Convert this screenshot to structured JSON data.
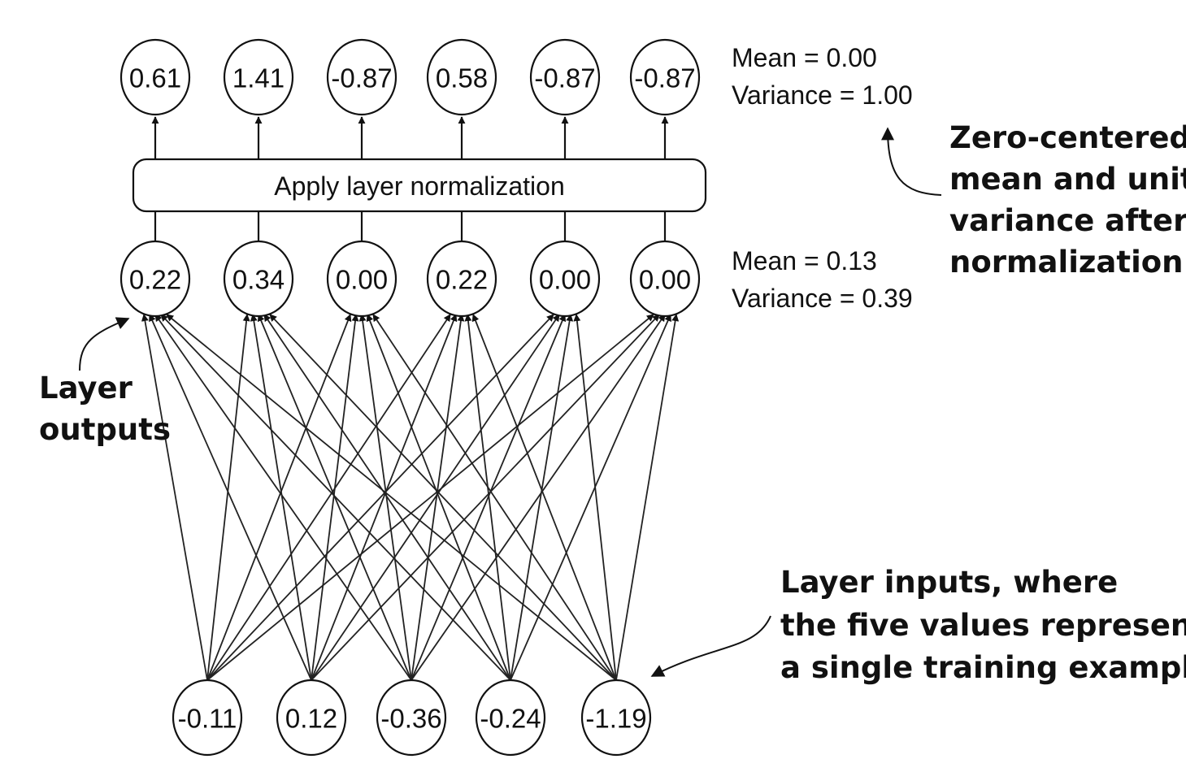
{
  "normalized": {
    "values": [
      "0.61",
      "1.41",
      "-0.87",
      "0.58",
      "-0.87",
      "-0.87"
    ],
    "stats": [
      "Mean = 0.00",
      "Variance = 1.00"
    ]
  },
  "norm_box": {
    "label": "Apply layer normalization"
  },
  "outputs": {
    "values": [
      "0.22",
      "0.34",
      "0.00",
      "0.22",
      "0.00",
      "0.00"
    ],
    "stats": [
      "Mean = 0.13",
      "Variance = 0.39"
    ]
  },
  "inputs": {
    "values": [
      "-0.11",
      "0.12",
      "-0.36",
      "-0.24",
      "-1.19"
    ]
  },
  "annotations": {
    "zero_centered": [
      "Zero-centered",
      "mean and unit",
      "variance after",
      "normalization"
    ],
    "layer_outputs": [
      "Layer",
      "outputs"
    ],
    "layer_inputs": [
      "Layer inputs, where",
      "the five values represent",
      "a single training example"
    ]
  },
  "colors": {
    "ink": "#111111",
    "background": "#ffffff"
  }
}
